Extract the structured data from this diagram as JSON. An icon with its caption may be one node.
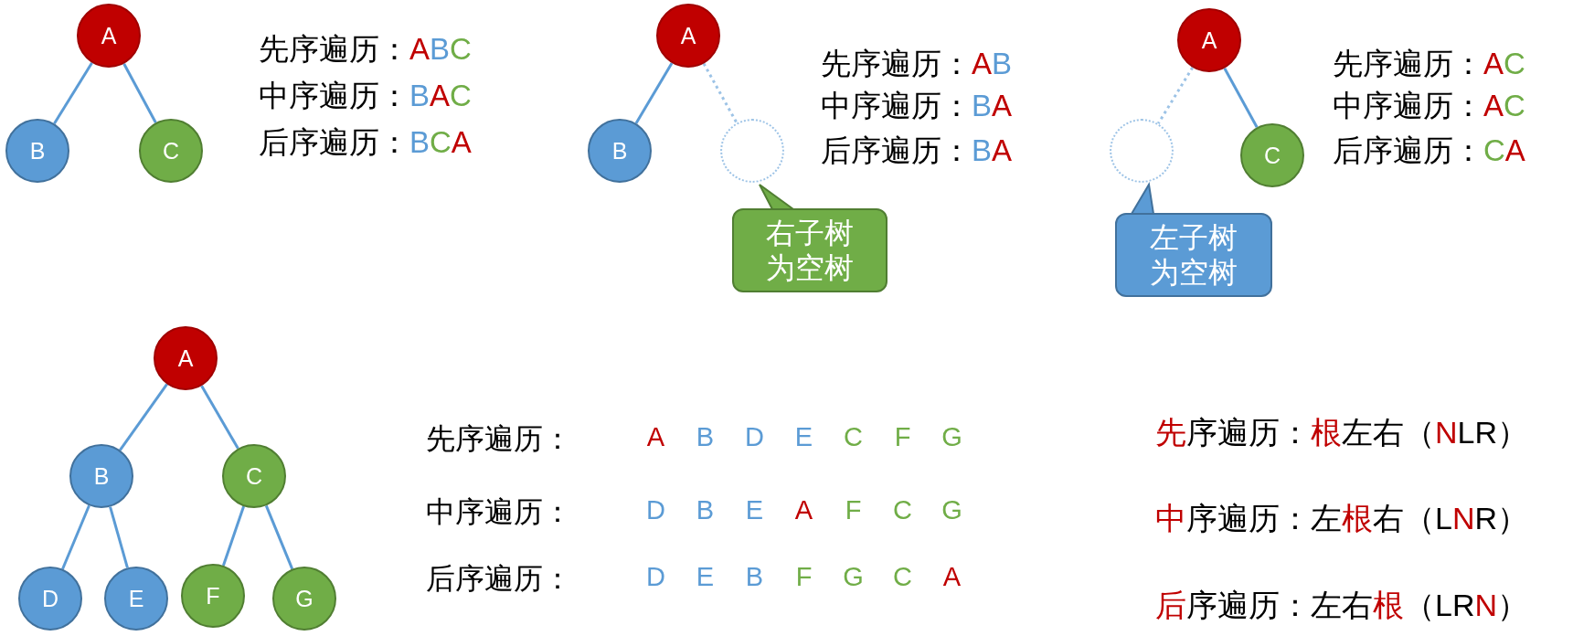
{
  "diagram": {
    "nodes": [
      {
        "text": [
          "A"
        ]
      },
      {
        "text": [
          "B"
        ]
      },
      {
        "text": [
          "C"
        ]
      },
      {
        "text": [
          "A"
        ]
      },
      {
        "text": [
          "B"
        ]
      },
      {
        "text": [],
        "shape": "circle"
      },
      {
        "text": [
          "右子树为空树"
        ]
      },
      {
        "text": [
          "A"
        ]
      },
      {
        "text": [],
        "shape": "circle"
      },
      {
        "text": [
          "C"
        ]
      },
      {
        "text": [
          "左子树为空树"
        ]
      },
      {
        "text": [
          "A"
        ]
      },
      {
        "text": [
          "B"
        ]
      },
      {
        "text": [
          "C"
        ]
      },
      {
        "text": [
          "D"
        ]
      },
      {
        "text": [
          "E"
        ]
      },
      {
        "text": [
          "F"
        ]
      },
      {
        "text": [
          "G"
        ]
      }
    ],
    "edges": [
      {
        "from": 0,
        "to": 1,
        "arrow": "none"
      },
      {
        "from": 0,
        "to": 2,
        "arrow": "none"
      },
      {
        "from": 3,
        "to": 4,
        "arrow": "none"
      },
      {
        "from": 3,
        "to": 5,
        "arrow": "none",
        "style": "dashed",
        "color": "#9dc3e6"
      },
      {
        "from": 6,
        "to": 5,
        "arrow": "to",
        "color": "#70ad47"
      },
      {
        "from": 7,
        "to": 8,
        "arrow": "none",
        "style": "dashed",
        "color": "#9dc3e6"
      },
      {
        "from": 7,
        "to": 9,
        "arrow": "none"
      },
      {
        "from": 10,
        "to": 8,
        "arrow": "to"
      },
      {
        "from": 11,
        "to": 12,
        "arrow": "none"
      },
      {
        "from": 11,
        "to": 13,
        "arrow": "none"
      },
      {
        "from": 12,
        "to": 14,
        "arrow": "none"
      },
      {
        "from": 12,
        "to": 15,
        "arrow": "none"
      },
      {
        "from": 13,
        "to": 16,
        "arrow": "none"
      },
      {
        "from": 13,
        "to": 17,
        "arrow": "none"
      }
    ],
    "labels": [
      "先序遍历：ABC",
      "中序遍历：BAC",
      "后序遍历：BCA",
      "先序遍历：AB",
      "中序遍历：BA",
      "后序遍历：BA",
      "先序遍历：AC",
      "中序遍历：AC",
      "后序遍历：CA",
      "先序遍历：",
      "A B D E C F G",
      "先序遍历：根左右（NLR）",
      "中序遍历：",
      "D B E A F C G",
      "中序遍历：左根右（LNR）",
      "后序遍历：",
      "D E B F G C A",
      "后序遍历：左右根（LRN）"
    ]
  }
}
